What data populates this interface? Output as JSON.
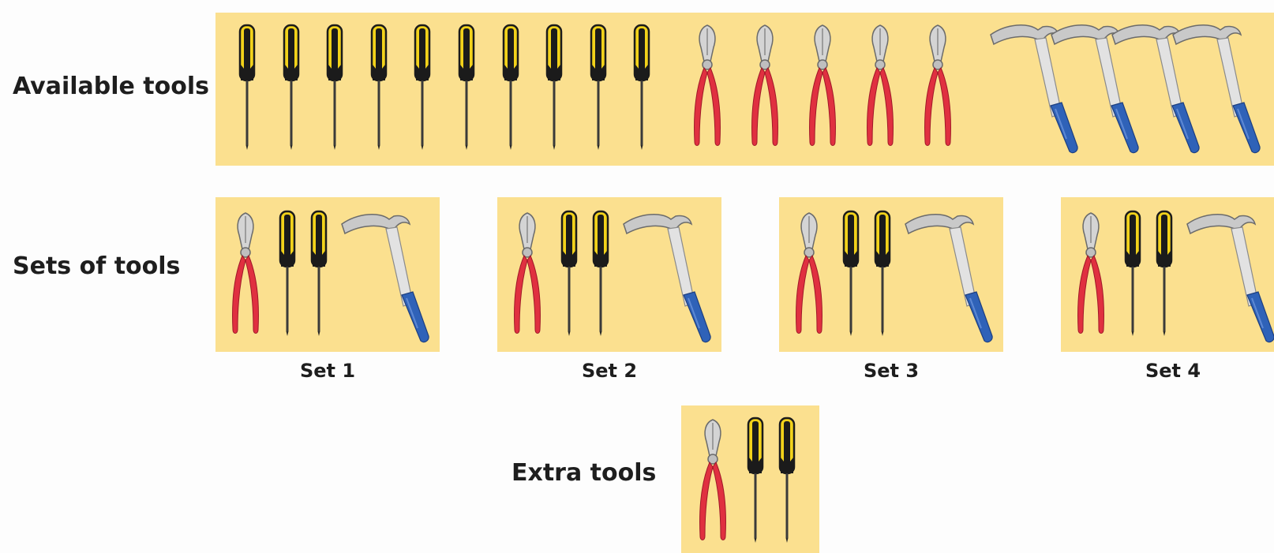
{
  "labels": {
    "available": "Available tools",
    "sets": "Sets of tools",
    "extra": "Extra tools"
  },
  "available_tools": {
    "screwdrivers": 10,
    "pliers": 5,
    "hammers": 4
  },
  "sets": [
    {
      "caption": "Set 1",
      "pliers": 1,
      "screwdrivers": 2,
      "hammers": 1
    },
    {
      "caption": "Set 2",
      "pliers": 1,
      "screwdrivers": 2,
      "hammers": 1
    },
    {
      "caption": "Set 3",
      "pliers": 1,
      "screwdrivers": 2,
      "hammers": 1
    },
    {
      "caption": "Set 4",
      "pliers": 1,
      "screwdrivers": 2,
      "hammers": 1
    }
  ],
  "extra_tools": {
    "pliers": 1,
    "screwdrivers": 2
  },
  "colors": {
    "panel": "#fbe08f",
    "screwdriver_handle": "#f2d21a",
    "pliers_grip": "#e03040",
    "hammer_handle": "#2f62b8"
  },
  "icons": [
    "screwdriver-icon",
    "pliers-icon",
    "hammer-icon"
  ]
}
